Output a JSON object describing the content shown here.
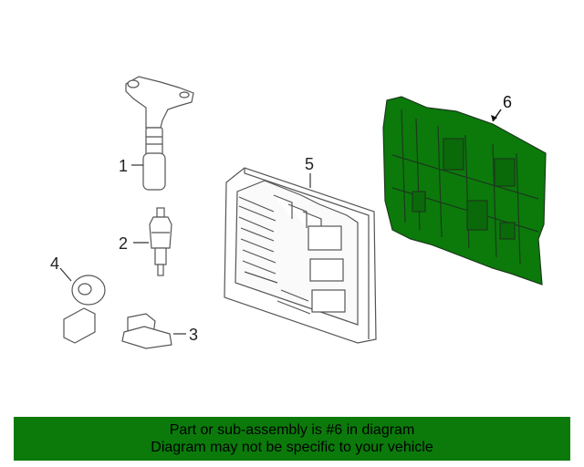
{
  "callouts": {
    "c1": "1",
    "c2": "2",
    "c3": "3",
    "c4": "4",
    "c5": "5",
    "c6": "6"
  },
  "highlight_color": "#0b7a0b",
  "banner": {
    "line1": "Part or sub-assembly is #6 in diagram",
    "line2": "Diagram may not be specific to your vehicle"
  }
}
